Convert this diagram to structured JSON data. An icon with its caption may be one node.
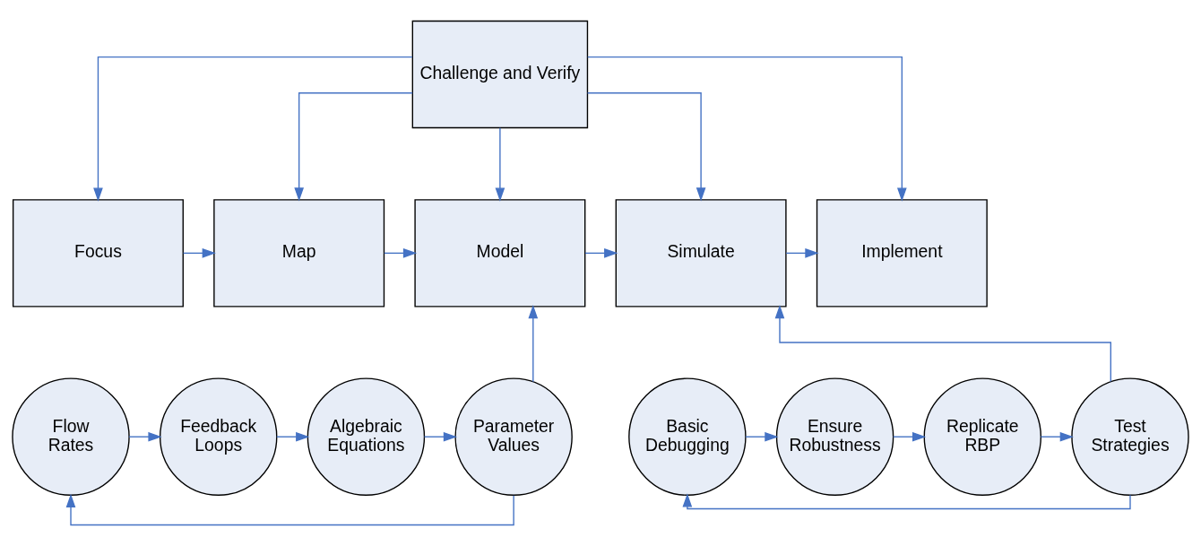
{
  "diagram": {
    "nodes": [
      {
        "text": [
          "Challenge and Verify"
        ]
      },
      {
        "text": [
          "Focus"
        ]
      },
      {
        "text": [
          "Map"
        ]
      },
      {
        "text": [
          "Model"
        ]
      },
      {
        "text": [
          "Simulate"
        ]
      },
      {
        "text": [
          "Implement"
        ]
      },
      {
        "text": [
          "Flow Rates"
        ]
      },
      {
        "text": [
          "Feedback Loops"
        ]
      },
      {
        "text": [
          "Algebraic Equations"
        ]
      },
      {
        "text": [
          "Parameter Values"
        ]
      },
      {
        "text": [
          "Basic Debugging"
        ]
      },
      {
        "text": [
          "Ensure Robustness"
        ]
      },
      {
        "text": [
          "Replicate RBP"
        ]
      },
      {
        "text": [
          "Test Strategies"
        ]
      }
    ],
    "edges": [
      {
        "from": 0,
        "to": 1,
        "arrow": "to"
      },
      {
        "from": 0,
        "to": 2,
        "arrow": "to"
      },
      {
        "from": 0,
        "to": 3,
        "arrow": "to"
      },
      {
        "from": 0,
        "to": 4,
        "arrow": "to"
      },
      {
        "from": 0,
        "to": 5,
        "arrow": "to"
      },
      {
        "from": 1,
        "to": 2,
        "arrow": "to"
      },
      {
        "from": 2,
        "to": 3,
        "arrow": "to"
      },
      {
        "from": 3,
        "to": 4,
        "arrow": "to"
      },
      {
        "from": 4,
        "to": 5,
        "arrow": "to"
      },
      {
        "from": 9,
        "to": 3,
        "arrow": "to"
      },
      {
        "from": 9,
        "to": 6,
        "arrow": "to"
      },
      {
        "from": 6,
        "to": 7,
        "arrow": "to"
      },
      {
        "from": 7,
        "to": 8,
        "arrow": "to"
      },
      {
        "from": 8,
        "to": 9,
        "arrow": "to"
      },
      {
        "from": 13,
        "to": 4,
        "arrow": "to"
      },
      {
        "from": 13,
        "to": 10,
        "arrow": "to"
      },
      {
        "from": 10,
        "to": 11,
        "arrow": "to"
      },
      {
        "from": 11,
        "to": 12,
        "arrow": "to"
      },
      {
        "from": 12,
        "to": 13,
        "arrow": "to"
      }
    ]
  }
}
